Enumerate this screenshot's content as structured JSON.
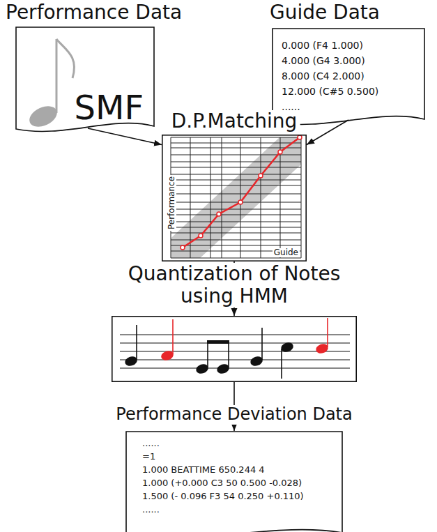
{
  "diagram": {
    "nodes": [
      {
        "text": [
          "Performance Data",
          "SMF"
        ]
      },
      {
        "text": [
          "Guide Data",
          "0.000 (F4 1.000)",
          "4.000 (G4 3.000)",
          "8.000 (C4 2.000)",
          "12.000 (C#5 0.500)",
          "......"
        ]
      },
      {
        "text": [
          "D.P.Matching",
          "Performance",
          "Guide"
        ]
      },
      {
        "text": [
          "Quantization of Notes using HMM"
        ]
      },
      {
        "text": [
          "Performance Deviation Data",
          "......",
          "=1",
          "1.000 BEATTIME 650.244 4",
          "1.000 (+0.000 C3 50 0.500 -0.028)",
          "1.500 (- 0.096 F3 54 0.250 +0.110)",
          "......"
        ]
      }
    ],
    "edges": [
      {
        "from": 0,
        "to": 2,
        "arrow": "to"
      },
      {
        "from": 1,
        "to": 2,
        "arrow": "to"
      },
      {
        "from": 2,
        "to": 3,
        "arrow": "to"
      },
      {
        "from": 3,
        "to": 4,
        "arrow": "to"
      }
    ]
  }
}
